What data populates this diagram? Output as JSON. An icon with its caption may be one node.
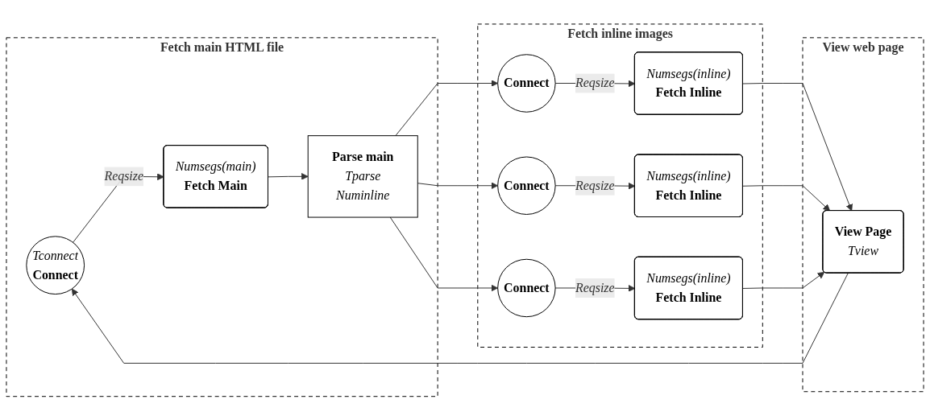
{
  "diagram": {
    "nodes": [
      {
        "text": [
          "Fetch main HTML file"
        ]
      },
      {
        "text": [
          "Tconnect",
          "Connect"
        ],
        "in": 0
      },
      {
        "text": [
          "Numsegs(main)",
          "Fetch Main"
        ],
        "in": 0
      },
      {
        "text": [
          "Parse main",
          "Tparse",
          "Numinline"
        ],
        "in": 0
      },
      {
        "text": [
          "Fetch inline images"
        ]
      },
      {
        "text": [
          "Connect"
        ],
        "in": 4
      },
      {
        "text": [
          "Numsegs(inline)",
          "Fetch Inline"
        ],
        "in": 4
      },
      {
        "text": [
          "Connect"
        ],
        "in": 4
      },
      {
        "text": [
          "Numsegs(inline)",
          "Fetch Inline"
        ],
        "in": 4
      },
      {
        "text": [
          "Connect"
        ],
        "in": 4
      },
      {
        "text": [
          "Numsegs(inline)",
          "Fetch Inline"
        ],
        "in": 4
      },
      {
        "text": [
          "View web page"
        ]
      },
      {
        "text": [
          "View Page",
          "Tview"
        ],
        "in": 11
      }
    ],
    "edges": [
      {
        "from": 1,
        "to": 2,
        "arrow": "to",
        "label": "Reqsize"
      },
      {
        "from": 2,
        "to": 3,
        "arrow": "to"
      },
      {
        "from": 3,
        "to": 5,
        "arrow": "to"
      },
      {
        "from": 3,
        "to": 7,
        "arrow": "to"
      },
      {
        "from": 3,
        "to": 9,
        "arrow": "to"
      },
      {
        "from": 5,
        "to": 6,
        "arrow": "to",
        "label": "Reqsize"
      },
      {
        "from": 7,
        "to": 8,
        "arrow": "to",
        "label": "Reqsize"
      },
      {
        "from": 9,
        "to": 10,
        "arrow": "to",
        "label": "Reqsize"
      },
      {
        "from": 6,
        "to": 12,
        "arrow": "to"
      },
      {
        "from": 8,
        "to": 12,
        "arrow": "to"
      },
      {
        "from": 10,
        "to": 12,
        "arrow": "to"
      },
      {
        "from": 12,
        "to": 1,
        "arrow": "to"
      }
    ]
  }
}
